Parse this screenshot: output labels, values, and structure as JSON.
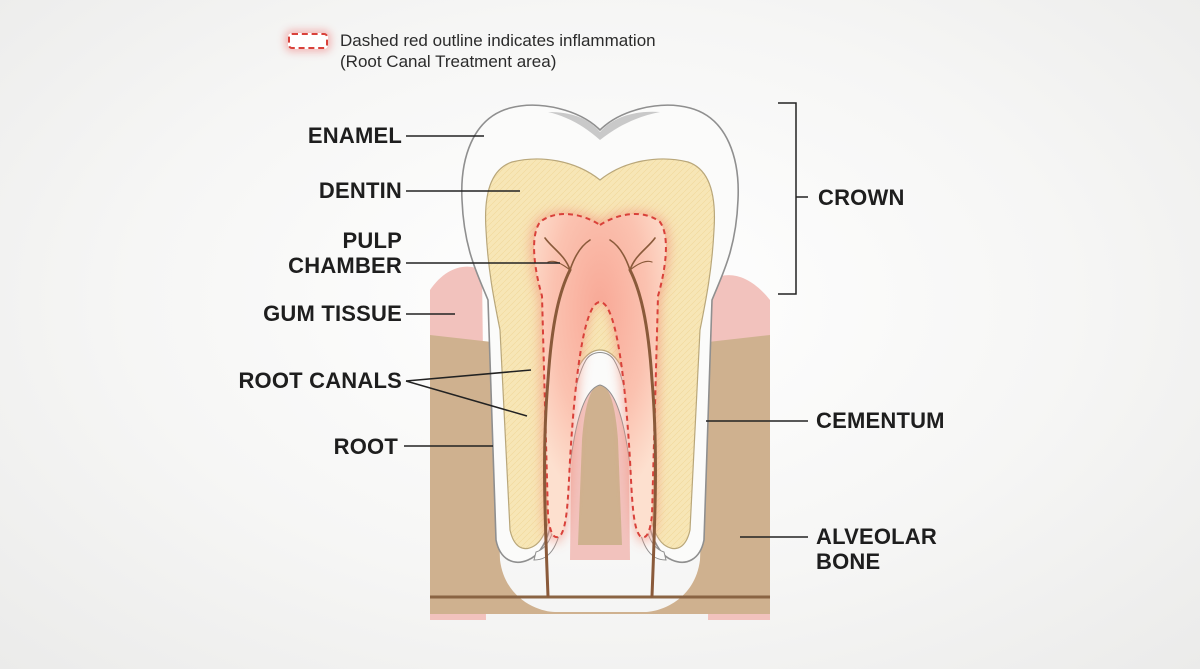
{
  "legend": {
    "line1": "Dashed red outline indicates inflammation",
    "line2": "(Root Canal Treatment area)"
  },
  "labels": {
    "enamel": "ENAMEL",
    "dentin": "DENTIN",
    "pulp_line1": "PULP",
    "pulp_line2": "CHAMBER",
    "gum_tissue": "GUM TISSUE",
    "root_canals": "ROOT CANALS",
    "root": "ROOT",
    "crown": "CROWN",
    "cementum": "CEMENTUM",
    "alveolar_line1": "ALVEOLAR",
    "alveolar_line2": "BONE"
  },
  "colors": {
    "enamel": "#fbfbfa",
    "dentin": "#f7e6b6",
    "pulp": "#f6a48e",
    "gum": "#f2c2bd",
    "bone": "#cfb18f",
    "nerve": "#8a5a3a",
    "inflammation": "#d9413a"
  },
  "icons": {
    "legend": "dashed-red-outline-icon"
  }
}
